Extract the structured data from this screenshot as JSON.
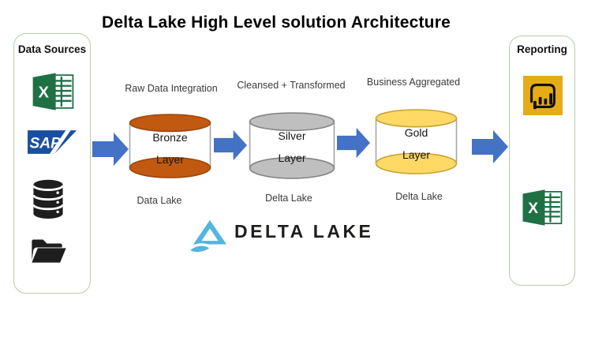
{
  "title": "Delta Lake High Level solution Architecture",
  "colors": {
    "arrow": "#4472C4",
    "box_border": "#b7cda3",
    "logo_blue": "#53B5E0",
    "powerbi_gold": "#E5AC17",
    "excel_green": "#1F7145",
    "sap_blue": "#1A4F9E",
    "icon_black": "#1E1E1E",
    "cylinder_side": "#A6A6A6"
  },
  "data_sources": {
    "title": "Data Sources",
    "excel_letter": "X",
    "sap_label": "SAP",
    "icon_names": [
      "excel-icon",
      "sap-icon",
      "database-icon",
      "folder-icon"
    ]
  },
  "reporting": {
    "title": "Reporting",
    "excel_letter": "X",
    "icon_names": [
      "powerbi-icon",
      "excel-icon"
    ]
  },
  "stages": [
    {
      "top_label": "Raw Data Integration",
      "layer_name": "Bronze",
      "layer_word": "Layer",
      "bottom_label": "Data Lake",
      "fill": "#C25911",
      "stroke": "#9C470D"
    },
    {
      "top_label": "Cleansed + Transformed",
      "layer_name": "Silver",
      "layer_word": "Layer",
      "bottom_label": "Delta Lake",
      "fill": "#BFBFBF",
      "stroke": "#848484"
    },
    {
      "top_label": "Business Aggregated",
      "layer_name": "Gold",
      "layer_word": "Layer",
      "bottom_label": "Delta Lake",
      "fill": "#FFD966",
      "stroke": "#C9A236"
    }
  ],
  "logo": {
    "wordmark": "DELTA LAKE"
  }
}
